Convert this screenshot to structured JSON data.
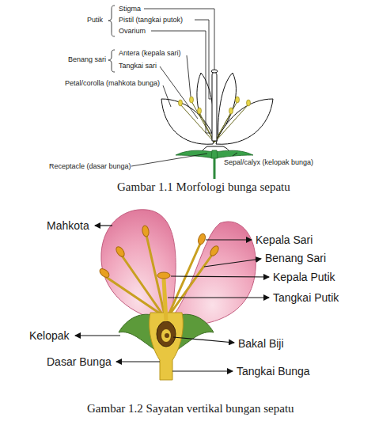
{
  "diagram": {
    "labels": [
      "Putik",
      "Stigma",
      "Pistil (tangkai putok)",
      "Ovarium",
      "Benang sari",
      "Antera (kepala sari)",
      "Tangkai sari",
      "Petal/corolla (mahkota bunga)",
      "Receptacle (dasar bunga)",
      "Sepal/calyx (kelopak bunga)",
      "Gambar 1.1 Morfologi bunga sepatu",
      "Mahkota",
      "Kepala Sari",
      "Benang Sari",
      "Kepala Putik",
      "Tangkai Putik",
      "Kelopak",
      "Bakal Biji",
      "Dasar Bunga",
      "Tangkai Bunga",
      "Gambar 1.2 Sayatan vertikal bungan sepatu"
    ]
  }
}
